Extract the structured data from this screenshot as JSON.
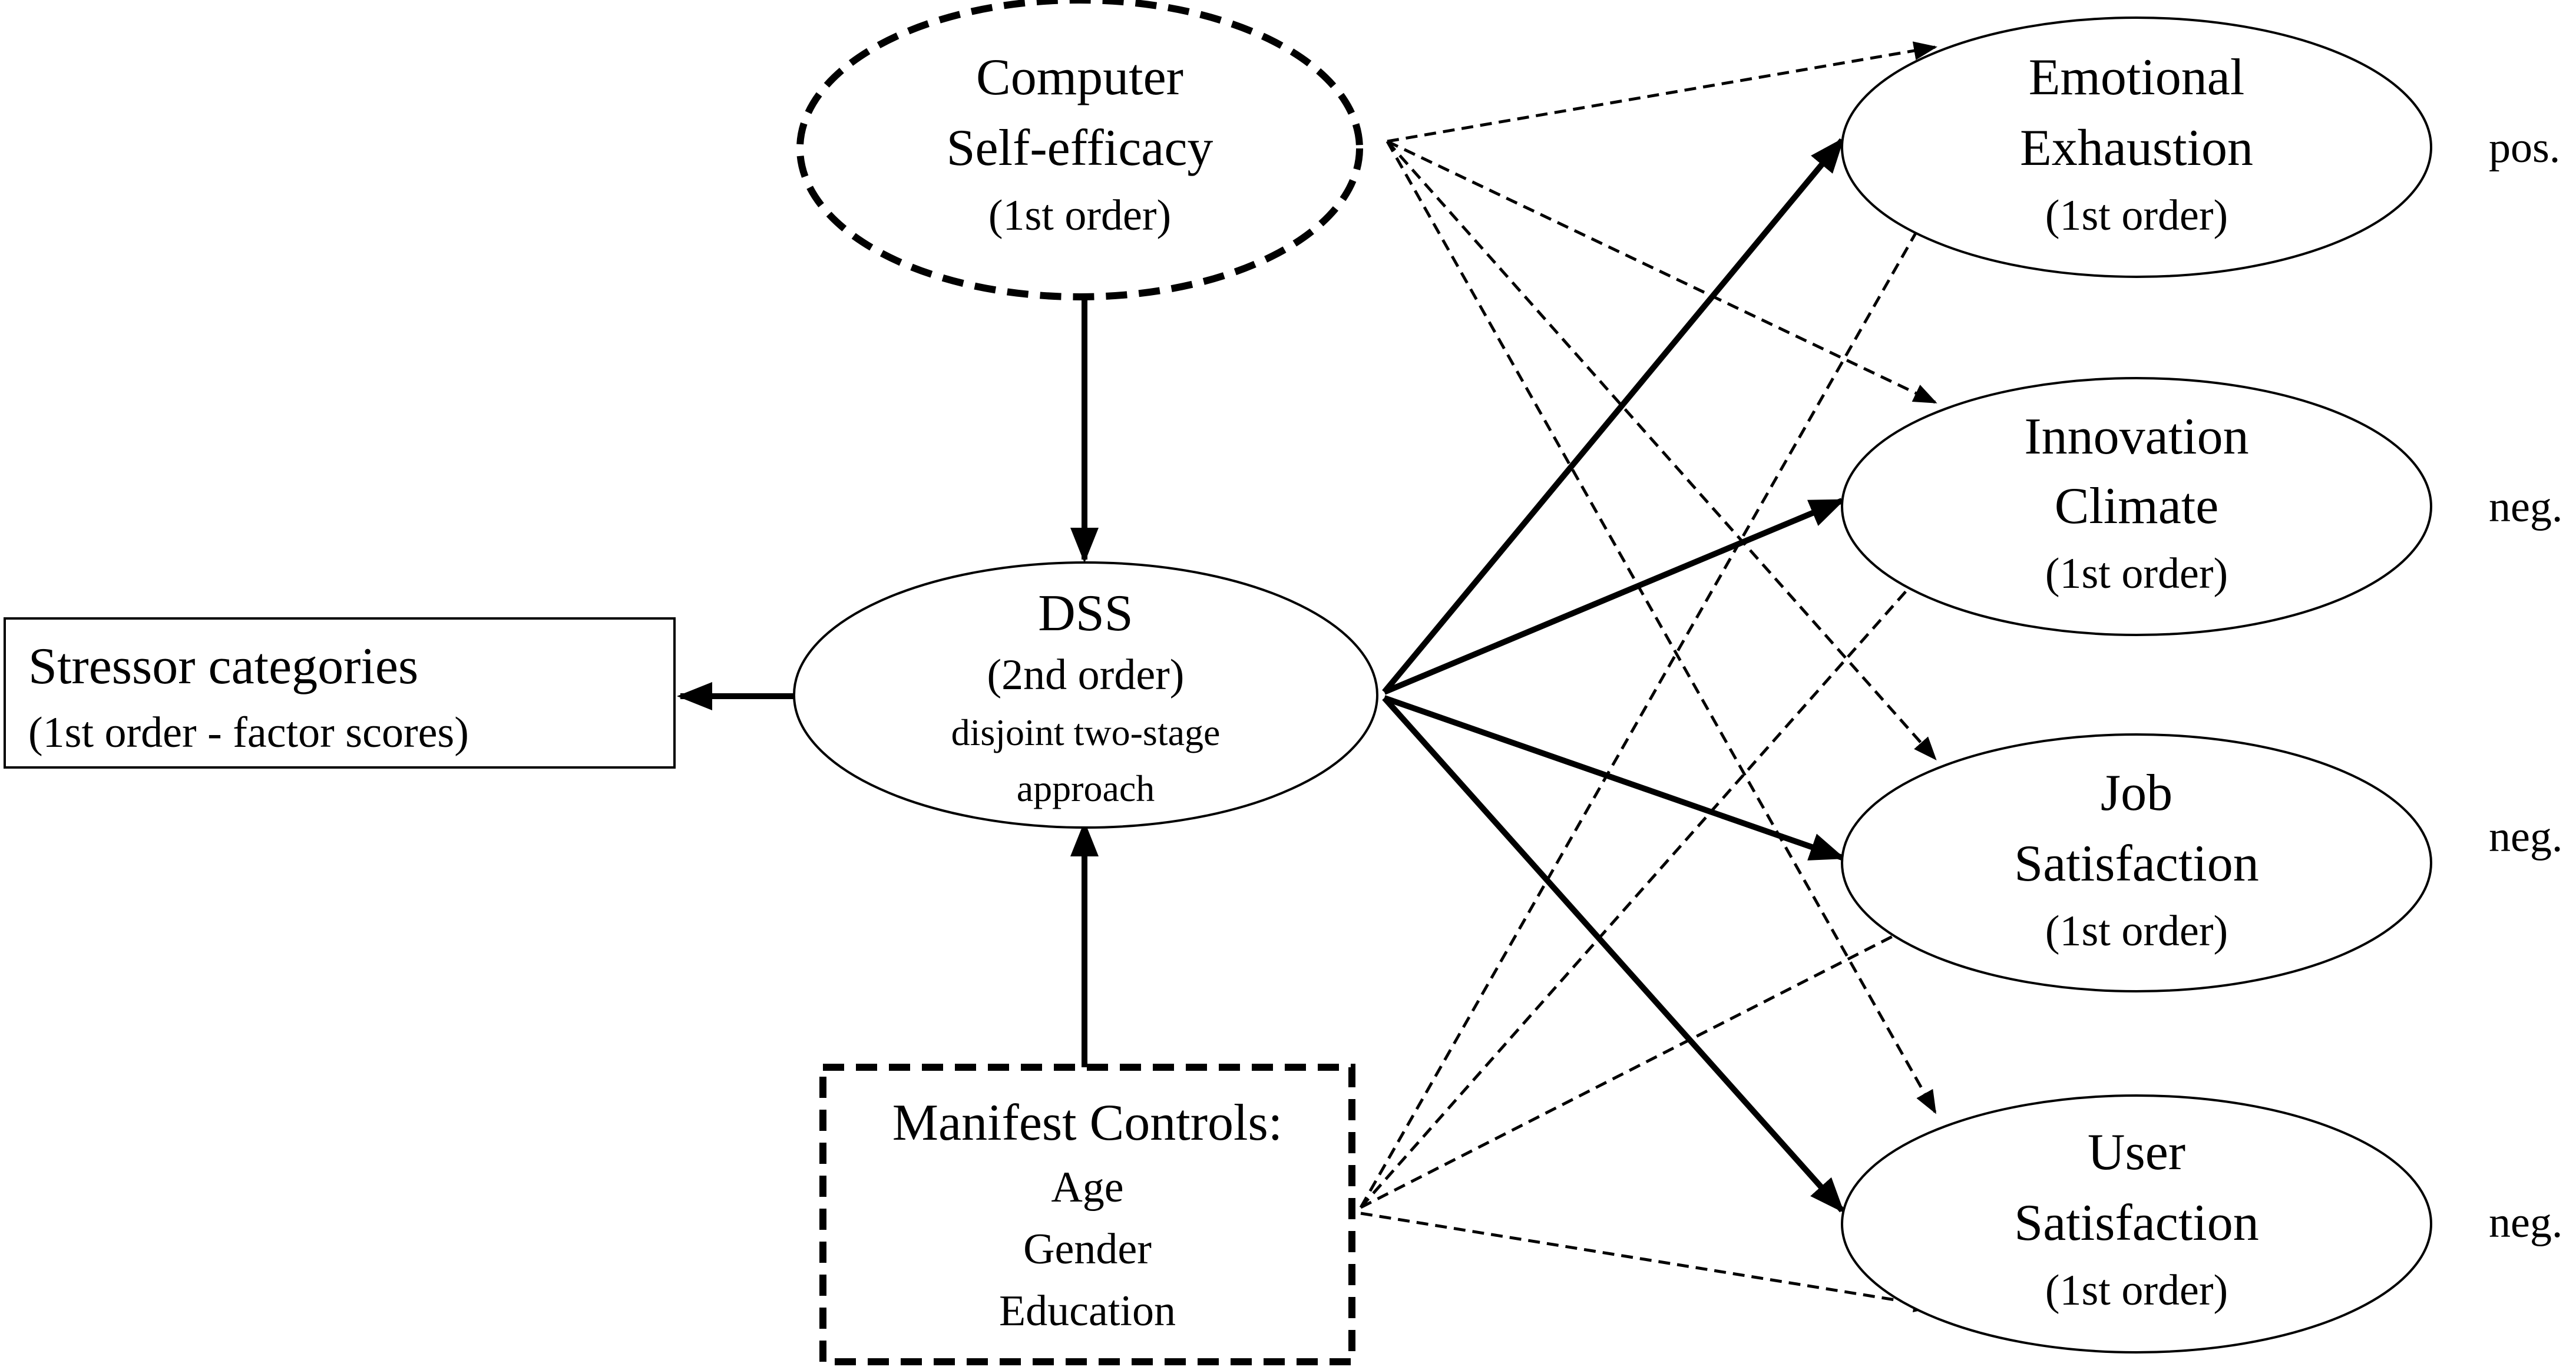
{
  "nodes": {
    "computer_self_efficacy": {
      "lines": [
        "Computer",
        "Self-efficacy",
        "(1st order)"
      ]
    },
    "dss": {
      "lines": [
        "DSS",
        "(2nd order)",
        "disjoint two-stage",
        "approach"
      ]
    },
    "stressor_categories": {
      "lines": [
        "Stressor categories",
        "(1st order - factor scores)"
      ]
    },
    "manifest_controls": {
      "lines": [
        "Manifest Controls:",
        "Age",
        "Gender",
        "Education"
      ]
    },
    "emotional_exhaustion": {
      "lines": [
        "Emotional",
        "Exhaustion",
        "(1st order)"
      ]
    },
    "innovation_climate": {
      "lines": [
        "Innovation",
        "Climate",
        "(1st order)"
      ]
    },
    "job_satisfaction": {
      "lines": [
        "Job",
        "Satisfaction",
        "(1st order)"
      ]
    },
    "user_satisfaction": {
      "lines": [
        "User",
        "Satisfaction",
        "(1st order)"
      ]
    }
  },
  "signs": {
    "emotional_exhaustion": "pos.",
    "innovation_climate": "neg.",
    "job_satisfaction": "neg.",
    "user_satisfaction": "neg."
  },
  "colors": {
    "stroke": "#000000",
    "background": "#ffffff"
  }
}
